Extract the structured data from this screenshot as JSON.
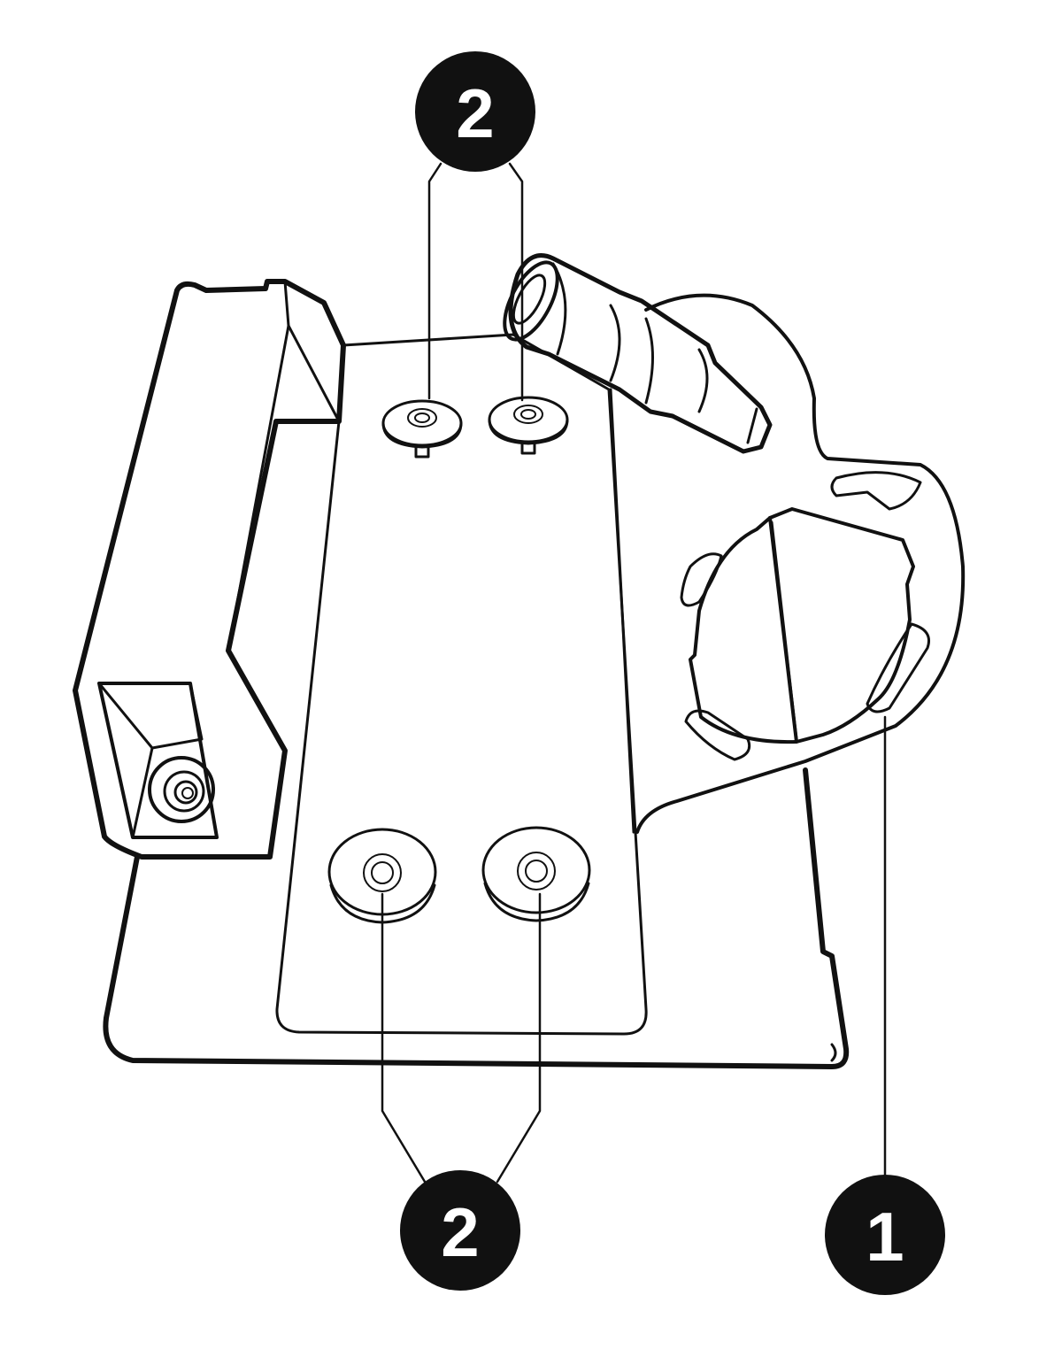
{
  "callouts": [
    {
      "label": "2"
    },
    {
      "label": "2"
    },
    {
      "label": "1"
    }
  ],
  "colors": {
    "line": "#111111",
    "background": "#ffffff",
    "badge_fill": "#111111",
    "badge_text": "#ffffff"
  }
}
